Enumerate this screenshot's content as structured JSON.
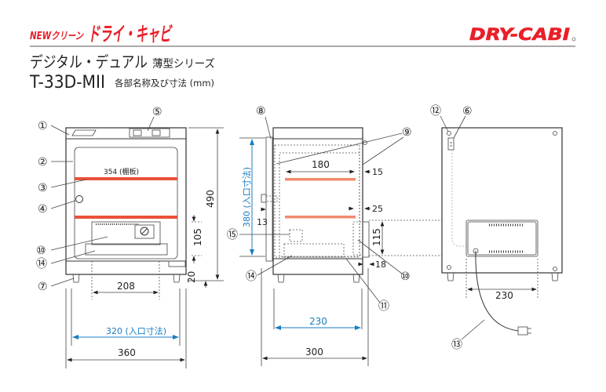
{
  "header": {
    "brand_prefix": "NEWクリーン",
    "brand_name": "ドライ・キャビ",
    "logo_text": "DRY-CABI",
    "series_title": "デジタル・デュアル",
    "series_suffix": "薄型シリーズ",
    "model": "T-33D-MII",
    "subtitle": "各部名称及び寸法 (mm)"
  },
  "colors": {
    "brand_red": "#e8202a",
    "shelf": "#e8523a",
    "dimension_blue": "#1a7cc1"
  },
  "front_view": {
    "shelf_label": "354 (棚板)",
    "dims": {
      "height": "490",
      "unit_height": "105",
      "leg": "20",
      "leg_span": "208",
      "opening_width": "320 (入口寸法)",
      "width": "360"
    },
    "callouts": [
      "①",
      "②",
      "③",
      "④",
      "⑤",
      "⑦",
      "⑩",
      "⑭"
    ]
  },
  "side_view": {
    "dims": {
      "opening_height": "380 (入口寸法)",
      "shelf_depth": "180",
      "top_gap": "15",
      "shelf_gap": "25",
      "door": "13",
      "unit_height": "115",
      "back": "18",
      "inner_depth": "230",
      "depth": "300"
    },
    "callouts": [
      "⑧",
      "⑨",
      "⑮",
      "⑭",
      "⑩",
      "⑪"
    ]
  },
  "rear_view": {
    "dims": {
      "unit_width": "230"
    },
    "callouts": [
      "⑫",
      "⑥",
      "⑬"
    ]
  }
}
